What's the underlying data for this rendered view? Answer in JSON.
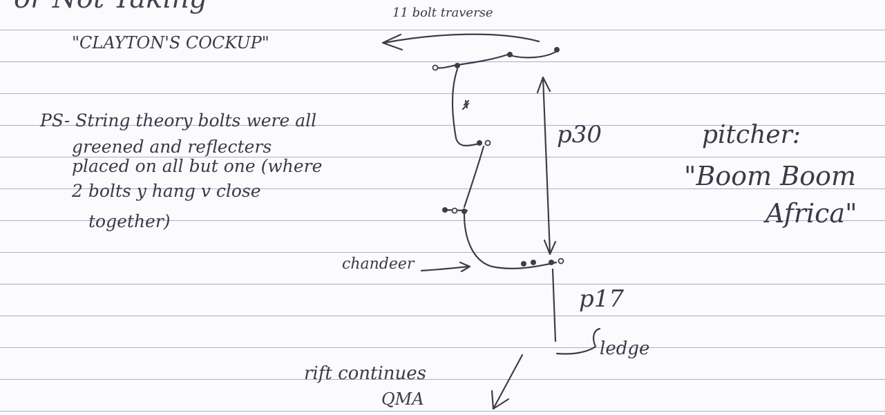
{
  "top_cut_text": "or Not Taking",
  "route_name": "\"CLAYTON'S COCKUP\"",
  "traverse_label": "11 bolt traverse",
  "pitch_30": "p30",
  "pitch_17": "p17",
  "chandeer_label": "chandeer",
  "ledge_label": "ledge",
  "rift_line1": "rift continues",
  "rift_line2": "QMA",
  "ps_lines": [
    "PS- String theory bolts were all",
    "greened and reflecters",
    "placed on all but one (where",
    "2 bolts y hang v close",
    "together)"
  ],
  "pitch_label": "pitcher:",
  "pitch_name_line1": "\"Boom Boom",
  "pitch_name_line2": "Africa\""
}
